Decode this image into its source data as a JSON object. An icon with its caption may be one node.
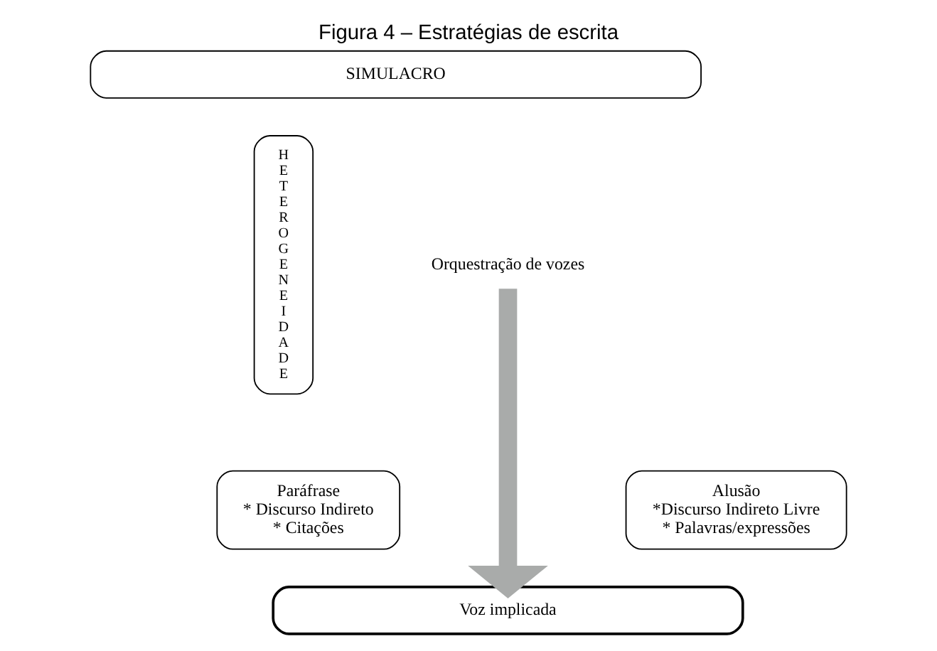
{
  "diagram": {
    "title": "Figura 4 – Estratégias de escrita",
    "nodes": [
      {
        "text": [
          "SIMULACRO"
        ]
      },
      {
        "text": [
          "HETEROGENEIDADE"
        ]
      },
      {
        "text": [
          "Orquestração de vozes"
        ]
      },
      {
        "text": [
          "Paráfrase",
          "* Discurso Indireto",
          "* Citações"
        ]
      },
      {
        "text": [
          "Alusão",
          "*Discurso Indireto Livre",
          "* Palavras/expressões"
        ]
      },
      {
        "text": [
          "Voz implicada"
        ]
      }
    ],
    "edges": [
      {
        "from": 2,
        "to": 5,
        "arrow": "to"
      }
    ]
  }
}
